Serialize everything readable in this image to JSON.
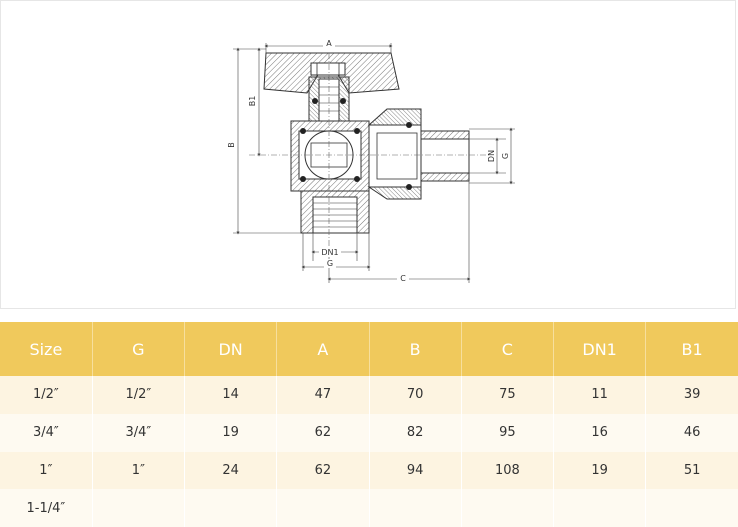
{
  "drawing": {
    "labels": {
      "A": "A",
      "B": "B",
      "B1": "B1",
      "C": "C",
      "DN": "DN",
      "G_right": "G",
      "DN1": "DN1",
      "G_bottom": "G"
    }
  },
  "table": {
    "headers": [
      "Size",
      "G",
      "DN",
      "A",
      "B",
      "C",
      "DN1",
      "B1"
    ],
    "rows": [
      [
        "1/2″",
        "1/2″",
        "14",
        "47",
        "70",
        "75",
        "11",
        "39"
      ],
      [
        "3/4″",
        "3/4″",
        "19",
        "62",
        "82",
        "95",
        "16",
        "46"
      ],
      [
        "1″",
        "1″",
        "24",
        "62",
        "94",
        "108",
        "19",
        "51"
      ],
      [
        "1-1/4″",
        "",
        "",
        "",
        "",
        "",
        "",
        ""
      ]
    ]
  },
  "colors": {
    "header_bg": "#f0c95c",
    "row_light": "#fdf4e1",
    "row_lighter": "#fefaf1"
  }
}
